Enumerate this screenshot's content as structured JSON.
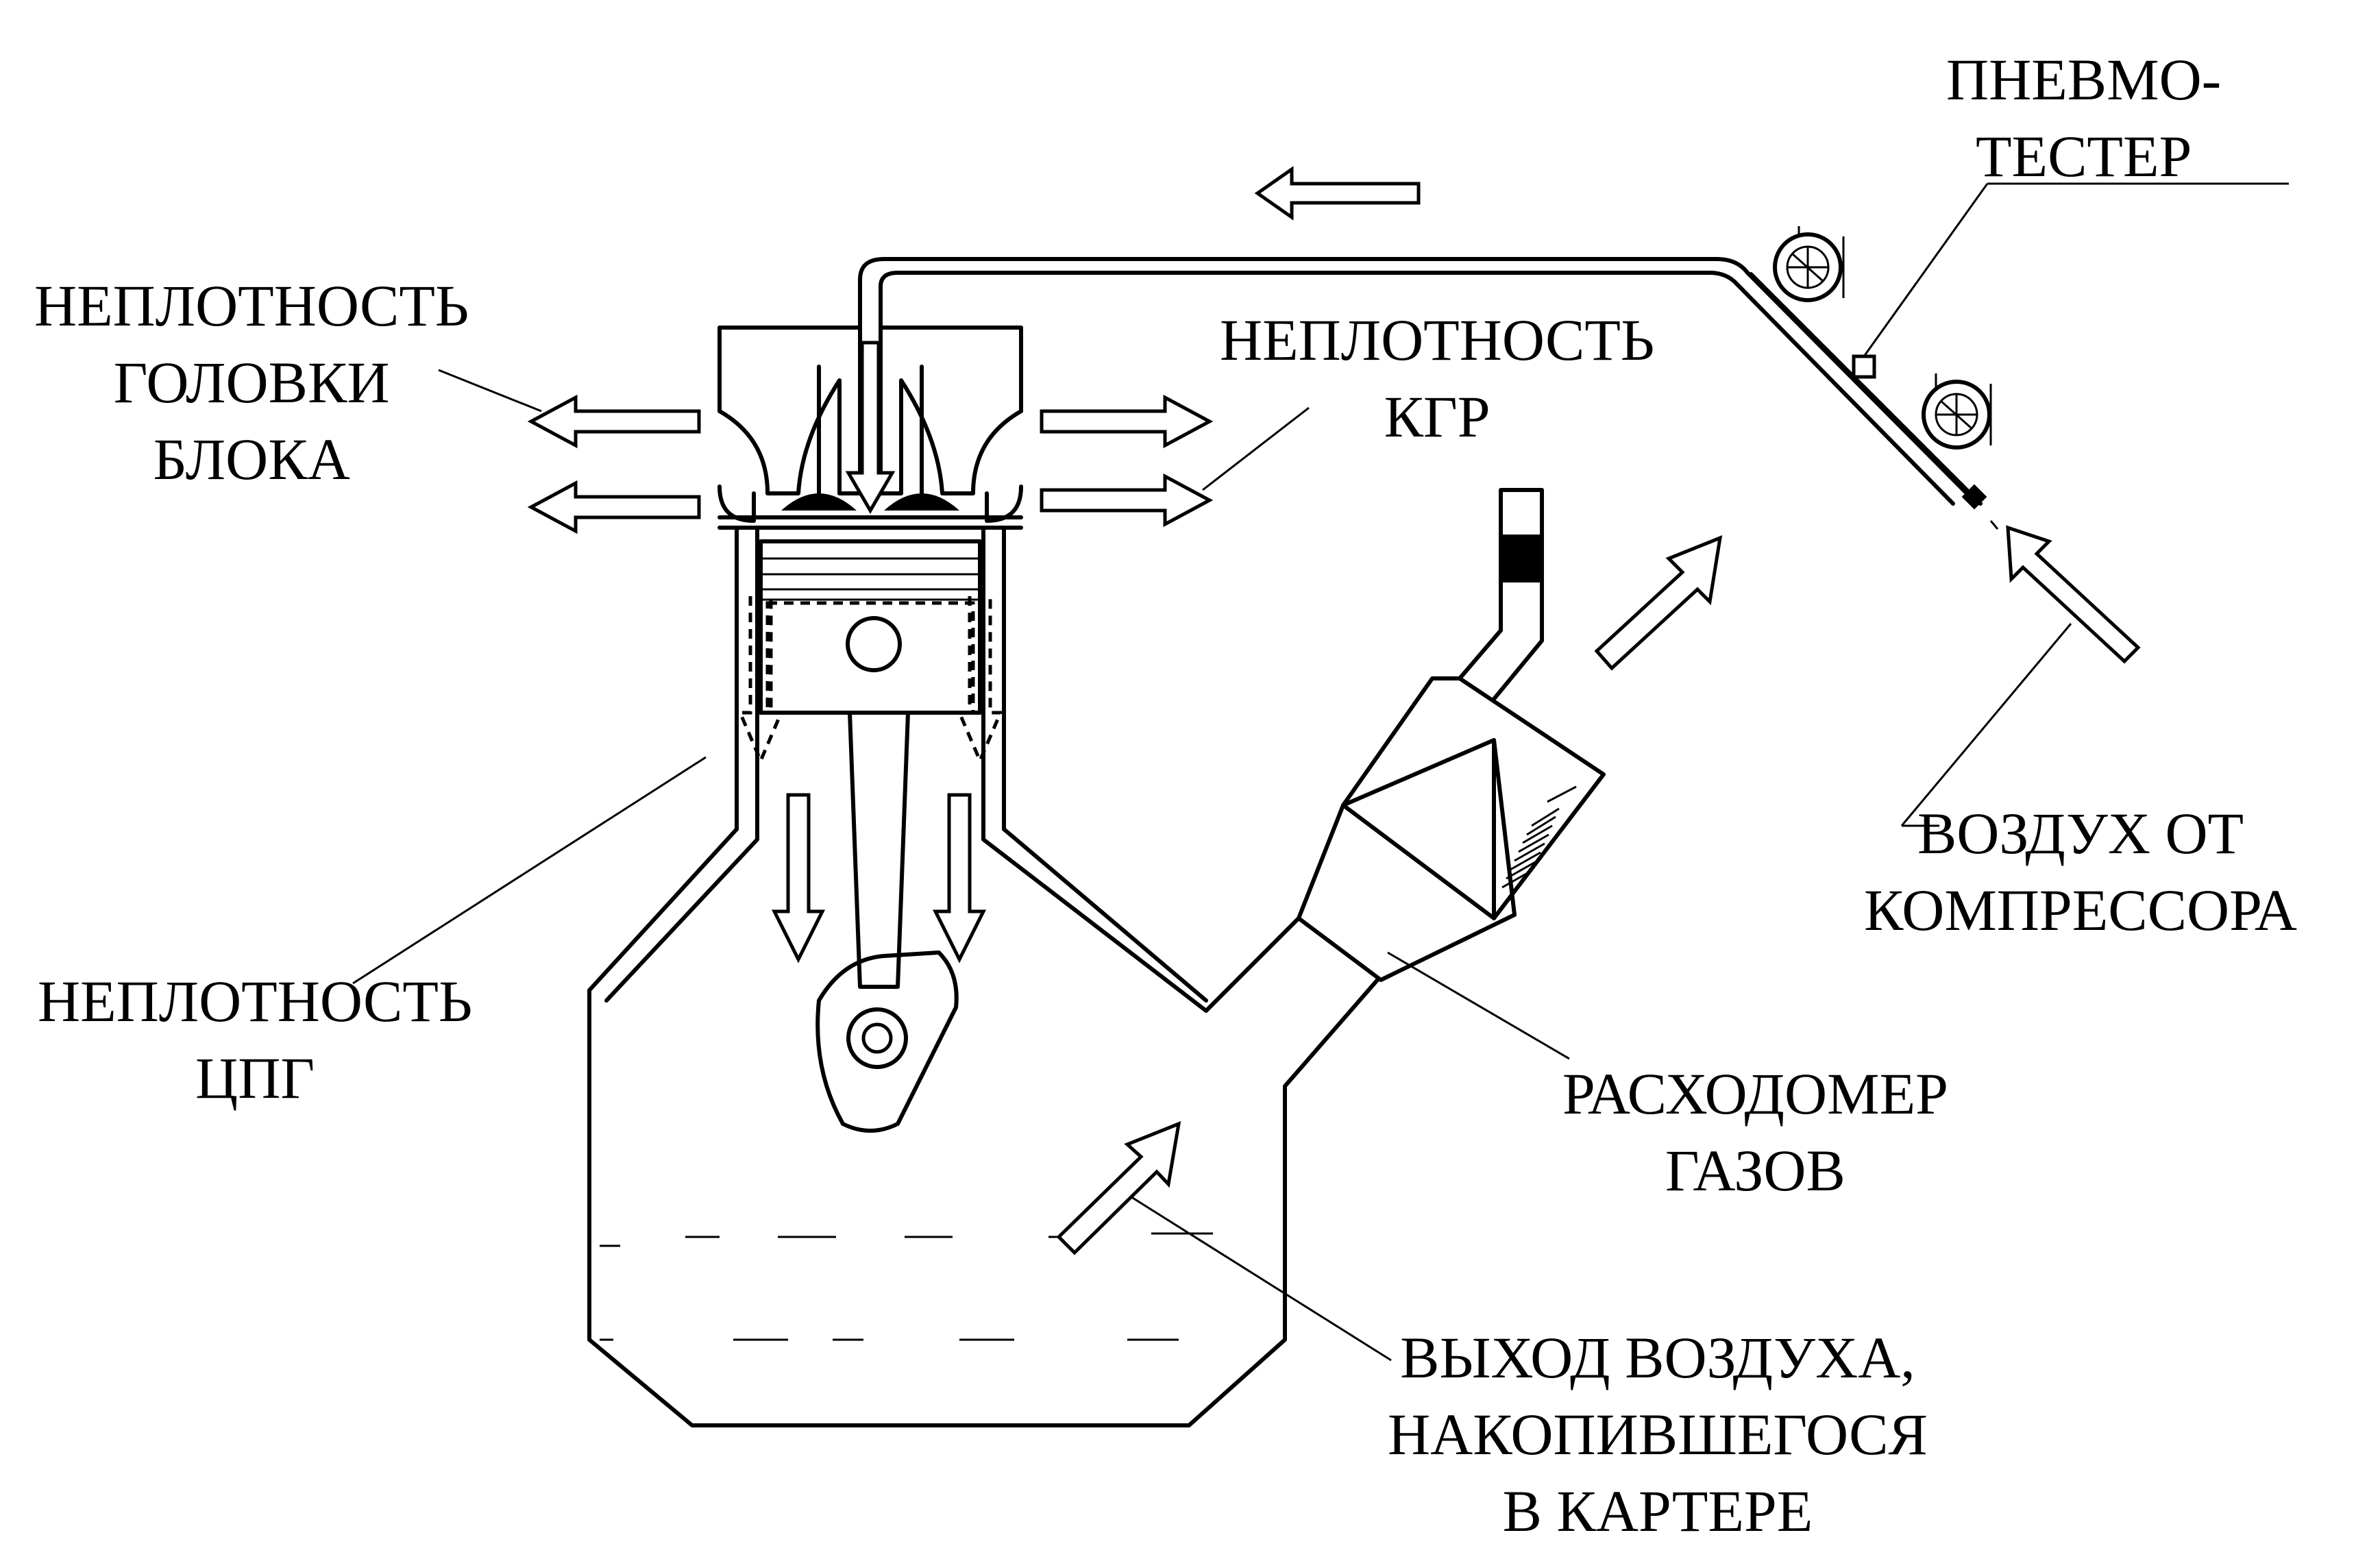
{
  "labels": {
    "pnevmotester": [
      "ПНЕВМО-",
      "ТЕСТЕР"
    ],
    "head_leak": [
      "НЕПЛОТНОСТЬ",
      "ГОЛОВКИ",
      "БЛОКА"
    ],
    "kgr_leak": [
      "НЕПЛОТНОСТЬ",
      "КГР"
    ],
    "cpg_leak": [
      "НЕПЛОТНОСТЬ",
      "ЦПГ"
    ],
    "air_from_compressor": [
      "ВОЗДУХ ОТ",
      "КОМПРЕССОРА"
    ],
    "flowmeter": [
      "РАСХОДОМЕР",
      "ГАЗОВ"
    ],
    "crankcase_air_exit": [
      "ВЫХОД ВОЗДУХА,",
      "НАКОПИВШЕГОСЯ",
      "В КАРТЕРЕ"
    ]
  }
}
